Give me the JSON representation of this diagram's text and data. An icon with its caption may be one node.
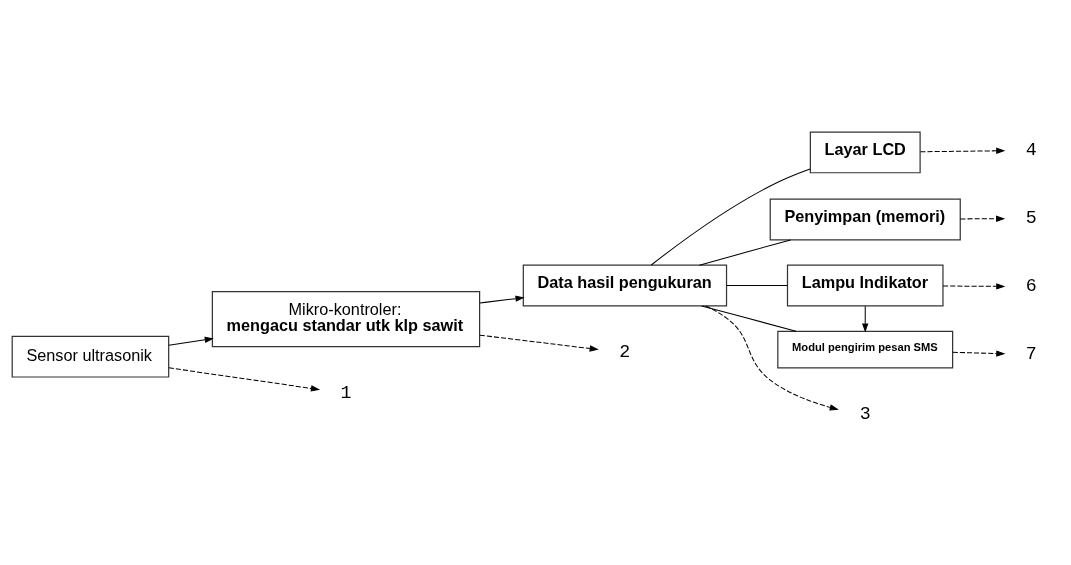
{
  "diagram": {
    "nodes": [
      {
        "text": [
          "Sensor ultrasonik"
        ]
      },
      {
        "text": [
          "Mikro-kontroler:",
          "mengacu standar utk klp sawit"
        ]
      },
      {
        "text": [
          "Data hasil pengukuran"
        ]
      },
      {
        "text": [
          "Layar LCD"
        ]
      },
      {
        "text": [
          "Penyimpan (memori)"
        ]
      },
      {
        "text": [
          "Lampu Indikator"
        ]
      },
      {
        "text": [
          "Modul pengirim pesan SMS"
        ]
      },
      {
        "text": [
          "1"
        ]
      },
      {
        "text": [
          "2"
        ]
      },
      {
        "text": [
          "3"
        ]
      },
      {
        "text": [
          "4"
        ]
      },
      {
        "text": [
          "5"
        ]
      },
      {
        "text": [
          "6"
        ]
      },
      {
        "text": [
          "7"
        ]
      }
    ],
    "edges": [
      {
        "from": 0,
        "to": 1,
        "arrow": "to"
      },
      {
        "from": 1,
        "to": 2,
        "arrow": "to"
      },
      {
        "from": 2,
        "to": 3,
        "arrow": "none"
      },
      {
        "from": 2,
        "to": 4,
        "arrow": "none"
      },
      {
        "from": 2,
        "to": 5,
        "arrow": "none"
      },
      {
        "from": 2,
        "to": 6,
        "arrow": "none"
      },
      {
        "from": 5,
        "to": 6,
        "arrow": "to"
      },
      {
        "from": 0,
        "to": 7,
        "arrow": "to",
        "style": "dashed"
      },
      {
        "from": 1,
        "to": 8,
        "arrow": "to",
        "style": "dashed"
      },
      {
        "from": 2,
        "to": 9,
        "arrow": "to",
        "style": "dashed"
      },
      {
        "from": 3,
        "to": 10,
        "arrow": "to",
        "style": "dashed"
      },
      {
        "from": 4,
        "to": 11,
        "arrow": "to",
        "style": "dashed"
      },
      {
        "from": 5,
        "to": 12,
        "arrow": "to",
        "style": "dashed"
      },
      {
        "from": 6,
        "to": 13,
        "arrow": "to",
        "style": "dashed"
      }
    ]
  }
}
